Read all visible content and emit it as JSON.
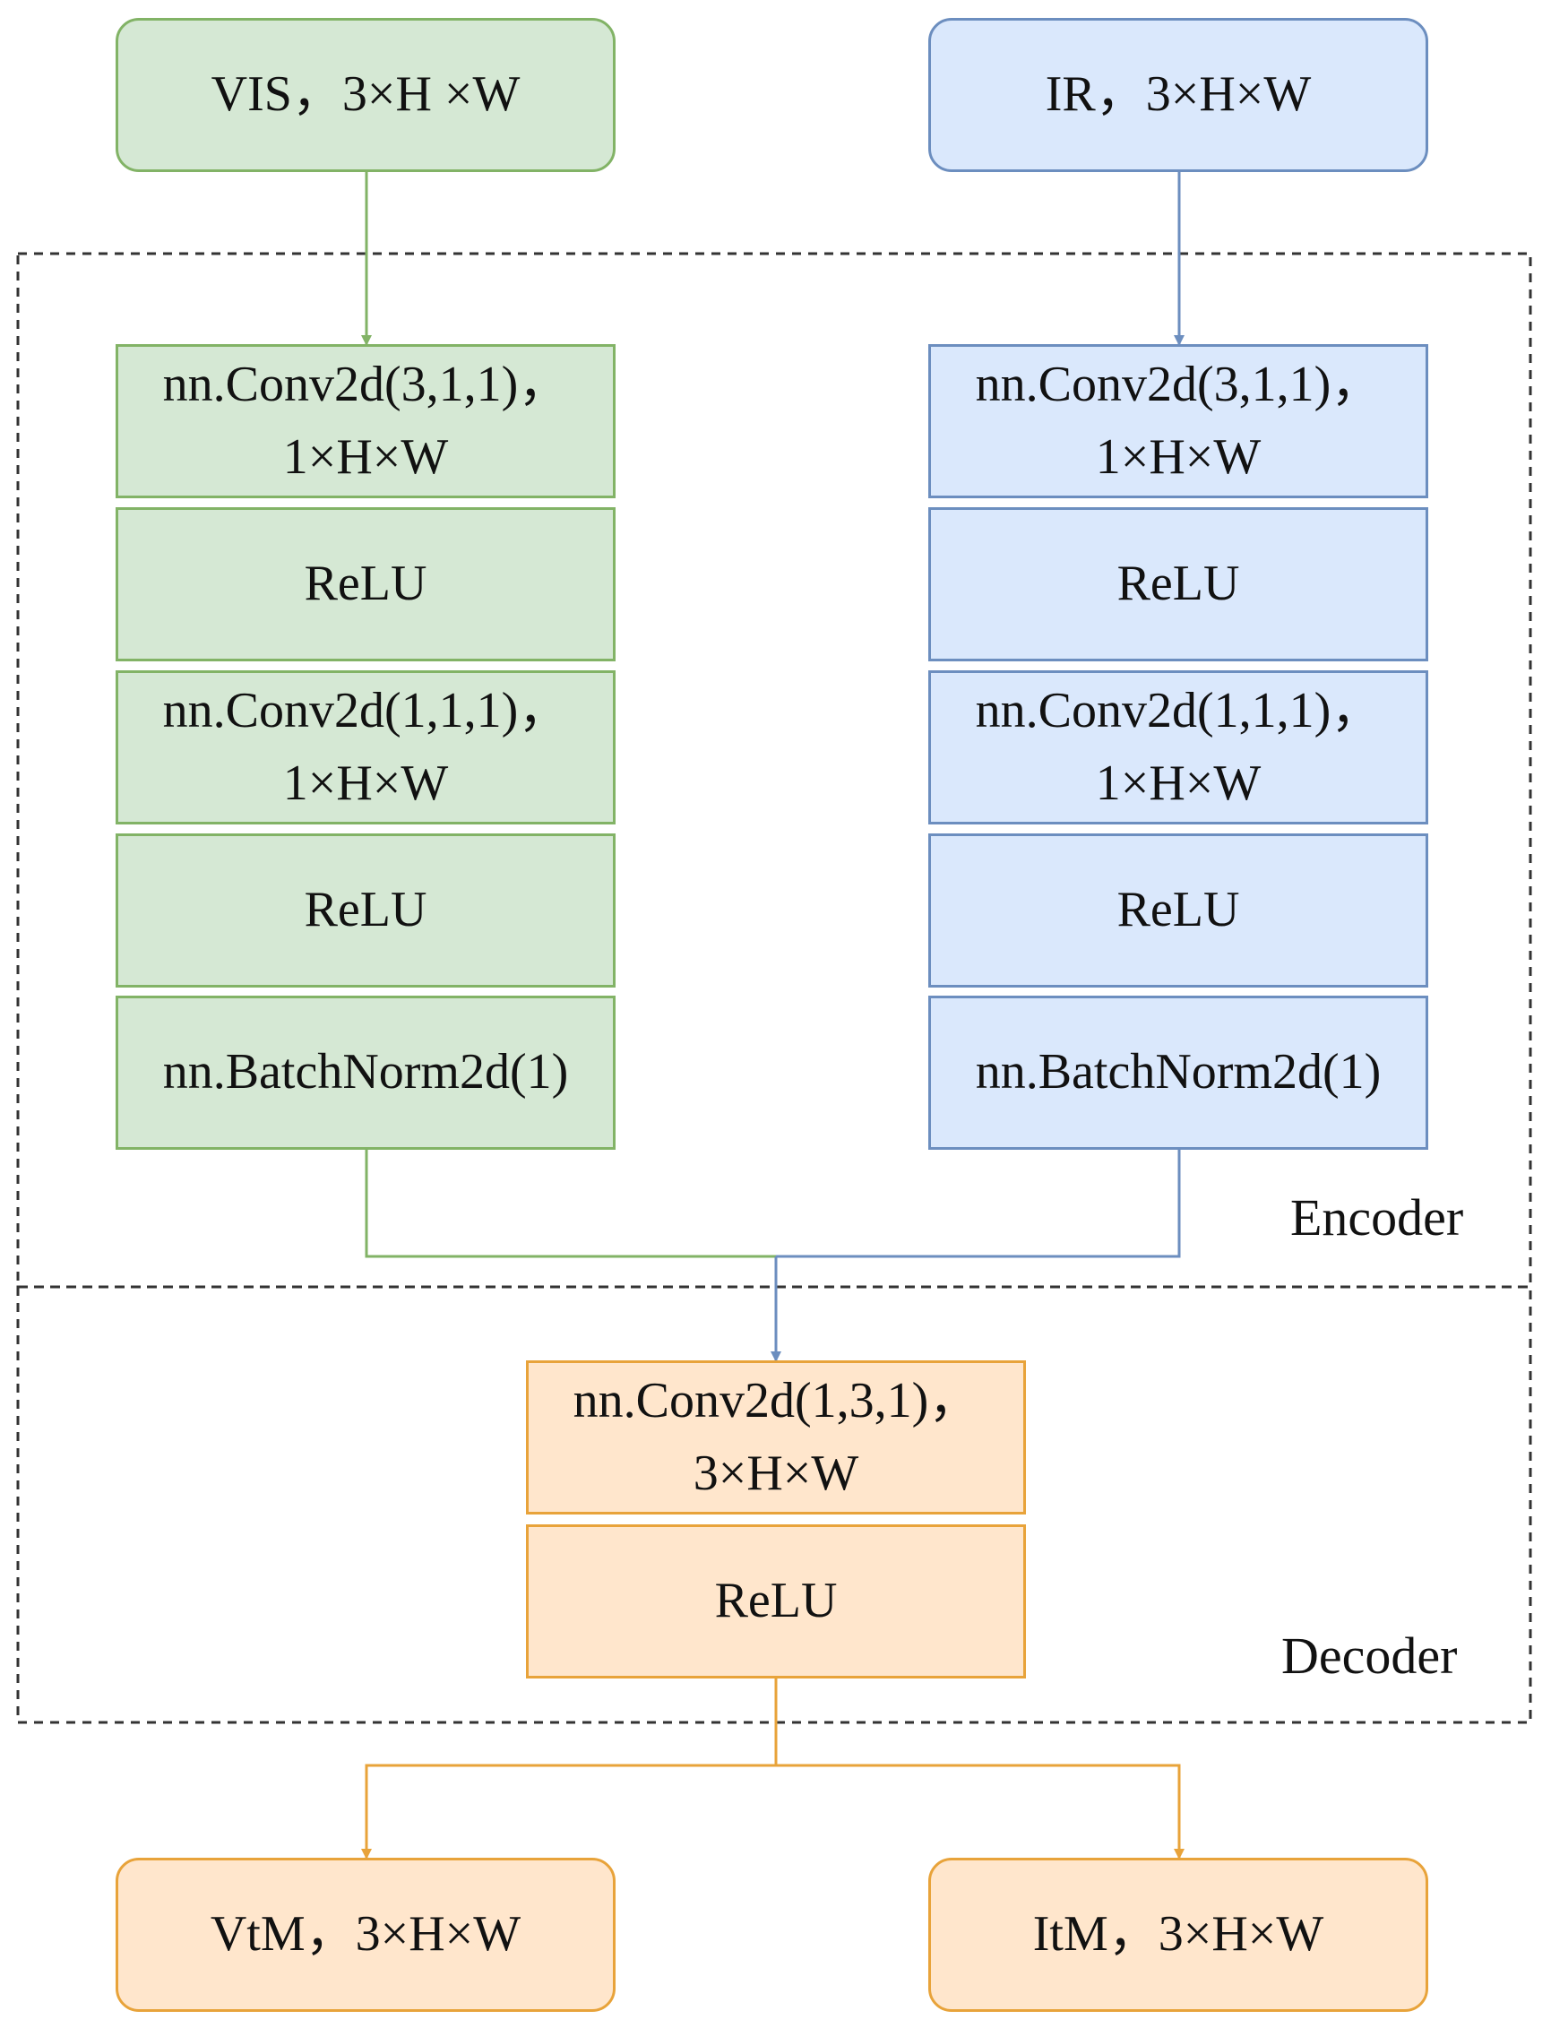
{
  "inputs": {
    "vis_label": "VIS，3×H ×W",
    "ir_label": "IR，3×H×W"
  },
  "encoder": {
    "label": "Encoder",
    "vis_branch": [
      {
        "line1": "nn.Conv2d(3,1,1)，",
        "line2": "1×H×W"
      },
      {
        "line1": "ReLU",
        "line2": ""
      },
      {
        "line1": "nn.Conv2d(1,1,1)，",
        "line2": "1×H×W"
      },
      {
        "line1": "ReLU",
        "line2": ""
      },
      {
        "line1": "nn.BatchNorm2d(1)",
        "line2": ""
      }
    ],
    "ir_branch": [
      {
        "line1": "nn.Conv2d(3,1,1)，",
        "line2": "1×H×W"
      },
      {
        "line1": "ReLU",
        "line2": ""
      },
      {
        "line1": "nn.Conv2d(1,1,1)，",
        "line2": "1×H×W"
      },
      {
        "line1": "ReLU",
        "line2": ""
      },
      {
        "line1": "nn.BatchNorm2d(1)",
        "line2": ""
      }
    ]
  },
  "decoder": {
    "label": "Decoder",
    "blocks": [
      {
        "line1": "nn.Conv2d(1,3,1)，",
        "line2": "3×H×W"
      },
      {
        "line1": "ReLU",
        "line2": ""
      }
    ]
  },
  "outputs": {
    "vtm_label": "VtM，3×H×W",
    "itm_label": "ItM，3×H×W"
  },
  "colors": {
    "green_fill": "#d5e8d4",
    "green_stroke": "#82b366",
    "blue_fill": "#dae8fc",
    "blue_stroke": "#6c8ebf",
    "orange_fill": "#ffe6cc",
    "orange_stroke": "#e8a33a",
    "dashed_border": "#333333"
  }
}
